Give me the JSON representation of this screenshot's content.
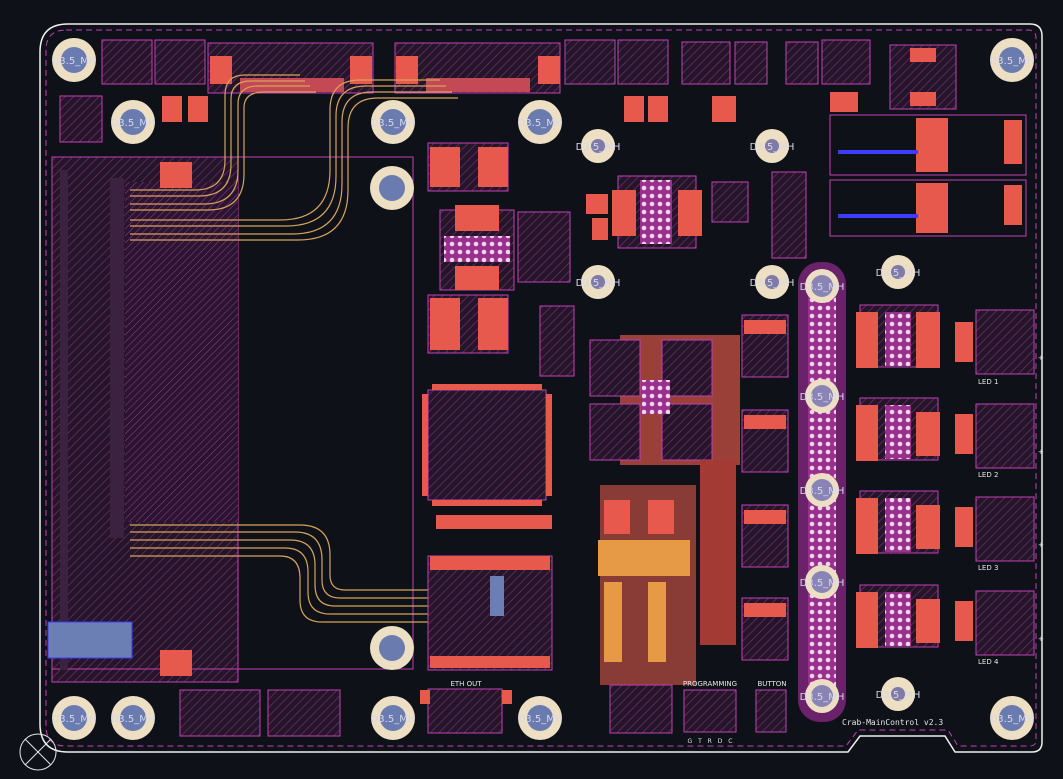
{
  "board": {
    "name": "Crab-MainControl v2.3",
    "hole_label": "D3.5_MH",
    "outline_color": "#f0f0f0",
    "background_color": "#0f1119",
    "copper_color": "#e8594d",
    "silkscreen_color": "#e6e6e6",
    "courtyard_color": "#c33fb5",
    "via_color": "#3c3cff"
  },
  "connectors": {
    "eth_out": "ETH OUT",
    "programming": "PROGRAMMING",
    "programming_pins": "G T R D C",
    "button": "BUTTON"
  },
  "leds": [
    {
      "label": "LED 1"
    },
    {
      "label": "LED 2"
    },
    {
      "label": "LED 3"
    },
    {
      "label": "LED 4"
    }
  ],
  "polarity_marks": [
    "+",
    "+",
    "+",
    "+"
  ]
}
